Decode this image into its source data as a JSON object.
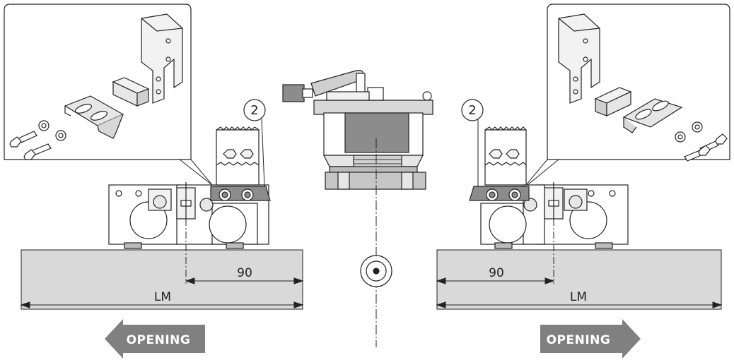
{
  "left": {
    "callout_number": "2",
    "dimension_offset": "90",
    "dimension_length": "LM",
    "direction_label": "OPENING"
  },
  "right": {
    "callout_number": "2",
    "dimension_offset": "90",
    "dimension_length": "LM",
    "direction_label": "OPENING"
  },
  "colors": {
    "rail_fill": "#d9d9d9",
    "part_fill": "#e6e6e6",
    "dark_part": "#8c8c8c",
    "arrow_fill": "#808080",
    "line": "#222222"
  }
}
